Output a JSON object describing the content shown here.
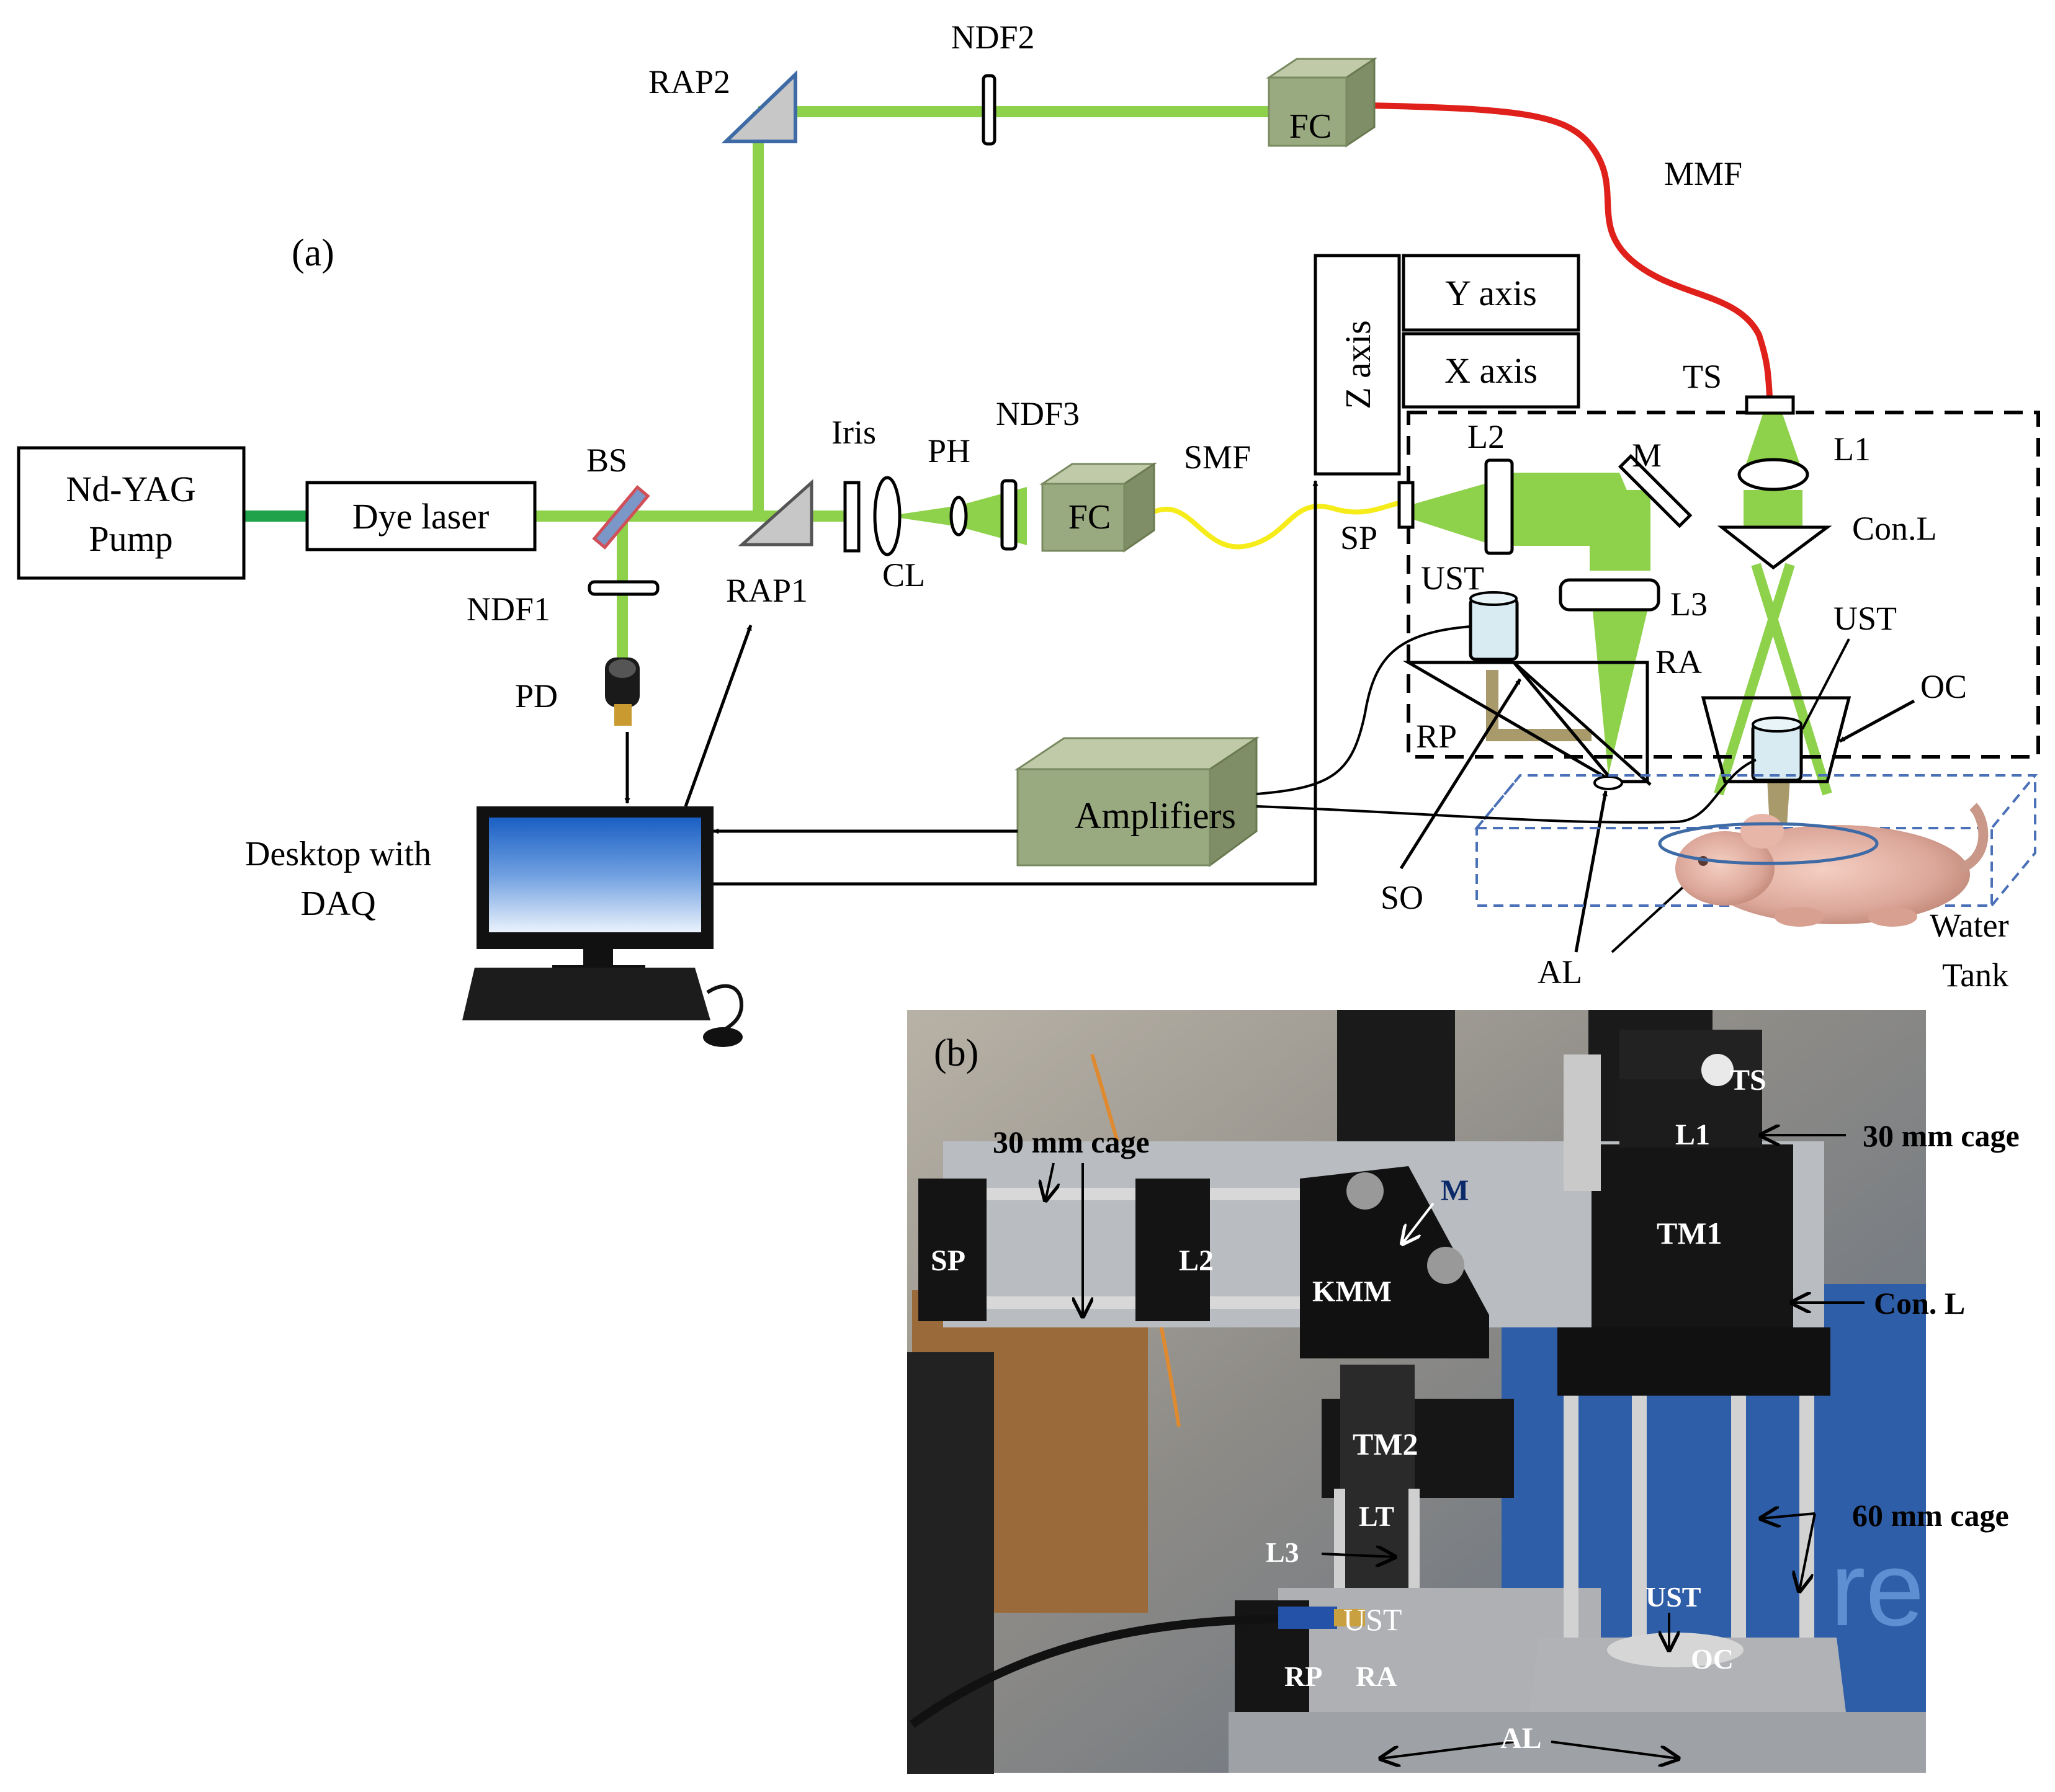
{
  "panel_a": {
    "panel_label": "(a)",
    "boxes": {
      "pump_line1": "Nd-YAG",
      "pump_line2": "Pump",
      "dye_laser": "Dye laser",
      "fc_top": "FC",
      "fc_mid": "FC",
      "z_axis": "Z axis",
      "y_axis": "Y axis",
      "x_axis": "X axis",
      "amplifiers": "Amplifiers"
    },
    "labels": {
      "bs": "BS",
      "ndf1": "NDF1",
      "pd": "PD",
      "rap1": "RAP1",
      "rap2": "RAP2",
      "ndf2": "NDF2",
      "mmf": "MMF",
      "iris": "Iris",
      "cl": "CL",
      "ph": "PH",
      "ndf3": "NDF3",
      "smf": "SMF",
      "sp": "SP",
      "l2": "L2",
      "m": "M",
      "l3": "L3",
      "ust_left": "UST",
      "ra": "RA",
      "rp": "RP",
      "so": "SO",
      "al": "AL",
      "ts": "TS",
      "l1": "L1",
      "con_l": "Con.L",
      "ust_right": "UST",
      "oc": "OC",
      "water_tank_line1": "Water",
      "water_tank_line2": "Tank",
      "desktop_line1": "Desktop with",
      "desktop_line2": "DAQ"
    },
    "colors": {
      "beam": "#8ed14b",
      "pump_beam": "#1fa24a",
      "mmf_fiber": "#e0201a",
      "smf_fiber": "#f5ec1a",
      "fc_box": "#9aaa80",
      "photo_beam": "#a89a6a"
    }
  },
  "panel_b": {
    "panel_label": "(b)",
    "labels": {
      "cage30_left": "30 mm cage",
      "cage30_right": "30 mm cage",
      "cage60": "60 mm cage",
      "sp": "SP",
      "l2": "L2",
      "m": "M",
      "kmm": "KMM",
      "ts": "TS",
      "l1": "L1",
      "tm1": "TM1",
      "con_l": "Con. L",
      "tm2": "TM2",
      "lt": "LT",
      "l3": "L3",
      "ust_left": "UST",
      "rp": "RP",
      "ra": "RA",
      "ust_right": "UST",
      "oc": "OC",
      "al": "AL"
    }
  }
}
